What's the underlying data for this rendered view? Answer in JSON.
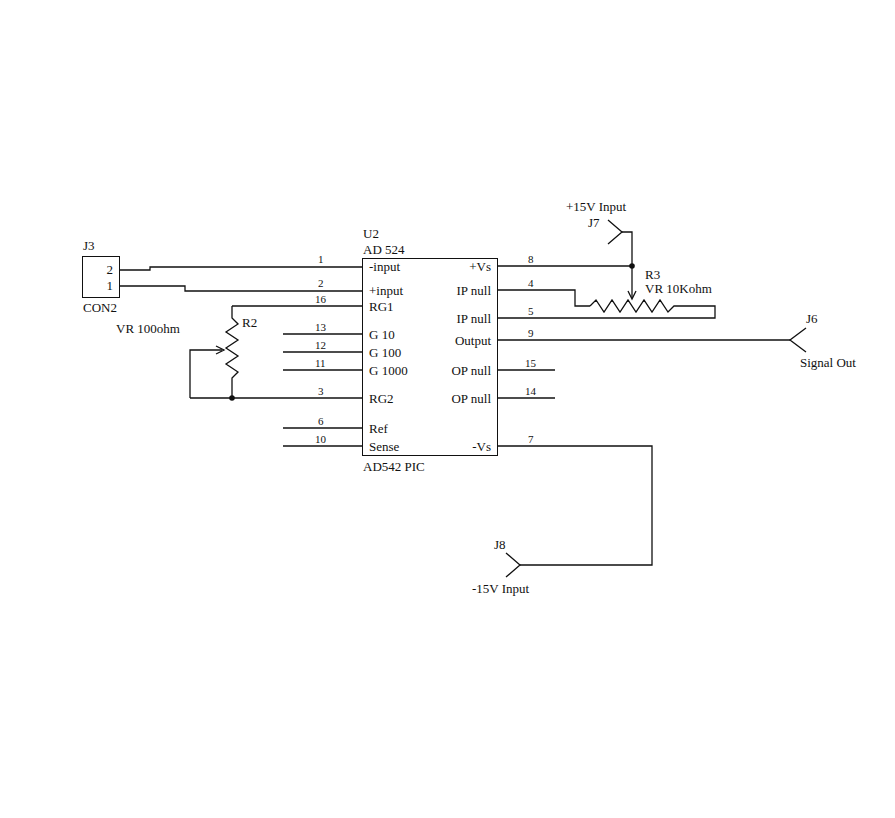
{
  "diagram": {
    "nodes": [
      {
        "text": [
          "J3",
          "2",
          "1",
          "CON2"
        ]
      },
      {
        "text": [
          "U2",
          "AD 524",
          "-input",
          "+input",
          "RG1",
          "G 10",
          "G 100",
          "G 1000",
          "RG2",
          "Ref",
          "Sense",
          "+Vs",
          "IP null",
          "IP null",
          "Output",
          "OP null",
          "OP null",
          "-Vs",
          "AD542 PIC"
        ]
      }
    ],
    "edges": [
      {
        "from": 0,
        "to": 1,
        "arrow": "none"
      },
      {
        "from": 0,
        "to": 1,
        "arrow": "none"
      }
    ],
    "labels": [
      "+15V Input",
      "J7",
      "R3",
      "VR 10Kohm",
      "J6",
      "Signal Out",
      "R2",
      "VR 100ohm",
      "J8",
      "-15V Input",
      "1",
      "2",
      "16",
      "13",
      "12",
      "11",
      "3",
      "6",
      "10",
      "8",
      "4",
      "5",
      "9",
      "15",
      "14",
      "7"
    ]
  }
}
